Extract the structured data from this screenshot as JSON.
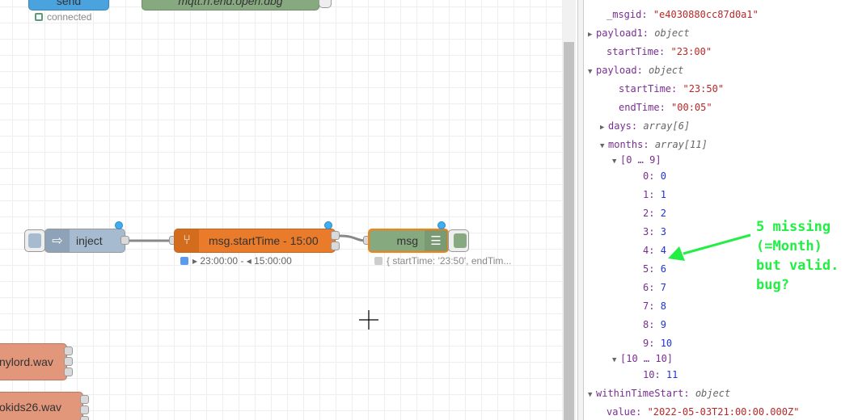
{
  "canvas": {
    "top_nodes": [
      {
        "label": "send",
        "status": "connected"
      },
      {
        "label": "mqtt.rf.end.open.dbg"
      }
    ],
    "inject": {
      "label": "inject"
    },
    "function": {
      "label": "msg.startTime - 15:00",
      "status": "▸ 23:00:00 - ◂ 15:00:00"
    },
    "debug": {
      "label": "msg",
      "status": "{ startTime: '23:50', endTim..."
    },
    "audio_nodes": [
      {
        "label": "nylord.wav"
      },
      {
        "label": "okids26.wav"
      }
    ]
  },
  "panel": {
    "rows": [
      {
        "key": "_msgid",
        "value": "\"e4030880cc87d0a1\"",
        "vtype": "s"
      },
      {
        "key": "payload1",
        "value": "object",
        "vtype": "t",
        "toggle": "collapsed"
      },
      {
        "key": "startTime",
        "value": "\"23:00\"",
        "vtype": "s"
      },
      {
        "key": "payload",
        "value": "object",
        "vtype": "t",
        "toggle": "expanded"
      },
      {
        "key": "startTime",
        "value": "\"23:50\"",
        "vtype": "s"
      },
      {
        "key": "endTime",
        "value": "\"00:05\"",
        "vtype": "s"
      },
      {
        "key": "days",
        "value": "array[6]",
        "vtype": "t",
        "toggle": "collapsed"
      },
      {
        "key": "months",
        "value": "array[11]",
        "vtype": "t",
        "toggle": "expanded"
      },
      {
        "group": "[0 … 9]",
        "toggle": "expanded"
      },
      {
        "key": "0",
        "value": "0",
        "vtype": "n"
      },
      {
        "key": "1",
        "value": "1",
        "vtype": "n"
      },
      {
        "key": "2",
        "value": "2",
        "vtype": "n"
      },
      {
        "key": "3",
        "value": "3",
        "vtype": "n"
      },
      {
        "key": "4",
        "value": "4",
        "vtype": "n"
      },
      {
        "key": "5",
        "value": "6",
        "vtype": "n"
      },
      {
        "key": "6",
        "value": "7",
        "vtype": "n"
      },
      {
        "key": "7",
        "value": "8",
        "vtype": "n"
      },
      {
        "key": "8",
        "value": "9",
        "vtype": "n"
      },
      {
        "key": "9",
        "value": "10",
        "vtype": "n"
      },
      {
        "group": "[10 … 10]",
        "toggle": "expanded"
      },
      {
        "key": "10",
        "value": "11",
        "vtype": "n"
      },
      {
        "key": "withinTimeStart",
        "value": "object",
        "vtype": "t",
        "toggle": "expanded"
      },
      {
        "key": "value",
        "value": "\"2022-05-03T21:00:00.000Z\"",
        "vtype": "s"
      }
    ]
  },
  "annotation": {
    "text": "5 missing\n(=Month)\nbut valid.\nbug?",
    "color": "#22ee44"
  },
  "colors": {
    "inject": "#a6bbcf",
    "function": "#e97b2a",
    "debug": "#87a980",
    "audio": "#e2967a",
    "send": "#3fa0dc"
  }
}
